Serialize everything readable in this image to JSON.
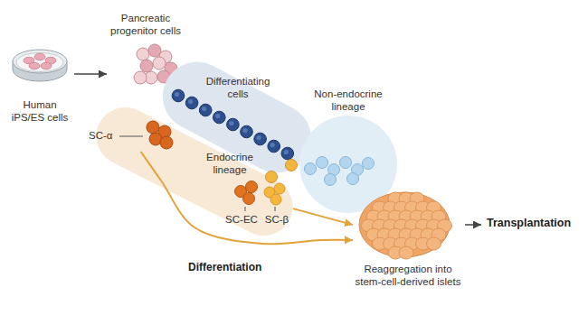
{
  "diagram": {
    "nodes": [
      {
        "text": [
          "Human iPS/ES cells"
        ]
      },
      {
        "text": [
          "Pancreatic progenitor cells"
        ]
      },
      {
        "text": [
          "Differentiating cells"
        ]
      },
      {
        "text": [
          "Non-endocrine lineage"
        ]
      },
      {
        "text": [
          "Endocrine lineage"
        ]
      },
      {
        "text": [
          "SC-α"
        ],
        "in": 4
      },
      {
        "text": [
          "SC-EC"
        ],
        "in": 4
      },
      {
        "text": [
          "SC-β"
        ],
        "in": 4
      },
      {
        "text": [
          "Reaggregation into stem-cell-derived islets"
        ]
      },
      {
        "text": [
          "Transplantation"
        ]
      }
    ],
    "edges": [
      {
        "from": 0,
        "to": 1,
        "arrow": "to"
      },
      {
        "from": 5,
        "to": 8,
        "arrow": "to"
      },
      {
        "from": 7,
        "to": 8,
        "arrow": "to"
      },
      {
        "from": 8,
        "to": 9,
        "arrow": "to"
      }
    ],
    "labels": [
      "Differentiation"
    ]
  }
}
